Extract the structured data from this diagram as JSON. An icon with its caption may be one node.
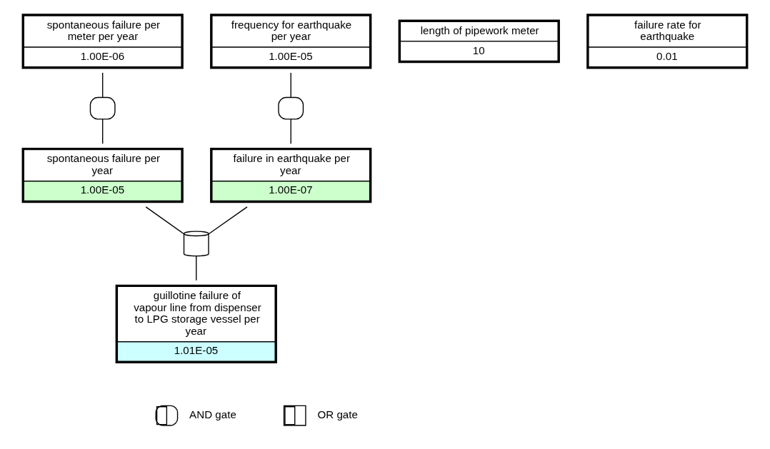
{
  "diagram": {
    "nodes": [
      {
        "text": [
          "spontaneous failure per meter per year",
          "1.00E-06"
        ]
      },
      {
        "text": [
          "length of pipework meter",
          "10"
        ]
      },
      {
        "text": [
          "frequency for earthquake per year",
          "1.00E-05"
        ]
      },
      {
        "text": [
          "failure rate for earthquake",
          "0.01"
        ]
      },
      {
        "text": [],
        "shape": "cup"
      },
      {
        "text": [],
        "shape": "cup"
      },
      {
        "text": [
          "spontaneous failure per year",
          "1.00E-05"
        ]
      },
      {
        "text": [
          "failure in earthquake per year",
          "1.00E-07"
        ]
      },
      {
        "text": [],
        "shape": "cylinder"
      },
      {
        "text": [
          "guillotine failure of vapour line from dispenser to LPG storage vessel per year",
          "1.01E-05"
        ]
      }
    ],
    "edges": [
      {
        "from": 0,
        "to": 4,
        "arrow": "none"
      },
      {
        "from": 2,
        "to": 5,
        "arrow": "none"
      },
      {
        "from": 4,
        "to": 6,
        "arrow": "none"
      },
      {
        "from": 5,
        "to": 7,
        "arrow": "none"
      },
      {
        "from": 6,
        "to": 8,
        "arrow": "none"
      },
      {
        "from": 7,
        "to": 8,
        "arrow": "none"
      },
      {
        "from": 8,
        "to": 9,
        "arrow": "none"
      }
    ],
    "legend": [
      {
        "text": "AND gate"
      },
      {
        "text": "OR gate"
      }
    ]
  }
}
